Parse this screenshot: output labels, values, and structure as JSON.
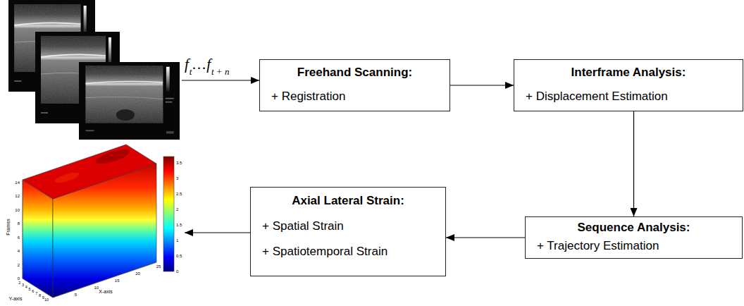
{
  "diagram": {
    "nodes": [
      {
        "text": [
          "Freehand Scanning:",
          "+ Registration"
        ]
      },
      {
        "text": [
          "Interframe Analysis:",
          "+ Displacement Estimation"
        ]
      },
      {
        "text": [
          "Sequence Analysis:",
          "+ Trajectory Estimation"
        ]
      },
      {
        "text": [
          "Axial Lateral Strain:",
          "+ Spatial Strain",
          "+ Spatiotemporal Strain"
        ]
      }
    ],
    "edges": [
      {
        "from": 0,
        "to": 1,
        "arrow": "to"
      },
      {
        "from": 1,
        "to": 2,
        "arrow": "to"
      },
      {
        "from": 2,
        "to": 3,
        "arrow": "to"
      }
    ],
    "labels": [
      "f",
      "t",
      "…",
      "f",
      "t + n",
      "Frames",
      "0",
      "2",
      "4",
      "6",
      "8",
      "10",
      "12",
      "14",
      "X-axis",
      "5",
      "10",
      "15",
      "20",
      "25",
      "Y-axis",
      "2",
      "3",
      "4",
      "5",
      "6",
      "7",
      "8",
      "9",
      "10",
      "0",
      "0.5",
      "1",
      "1.5",
      "2",
      "2.5",
      "3",
      "3.5"
    ]
  }
}
